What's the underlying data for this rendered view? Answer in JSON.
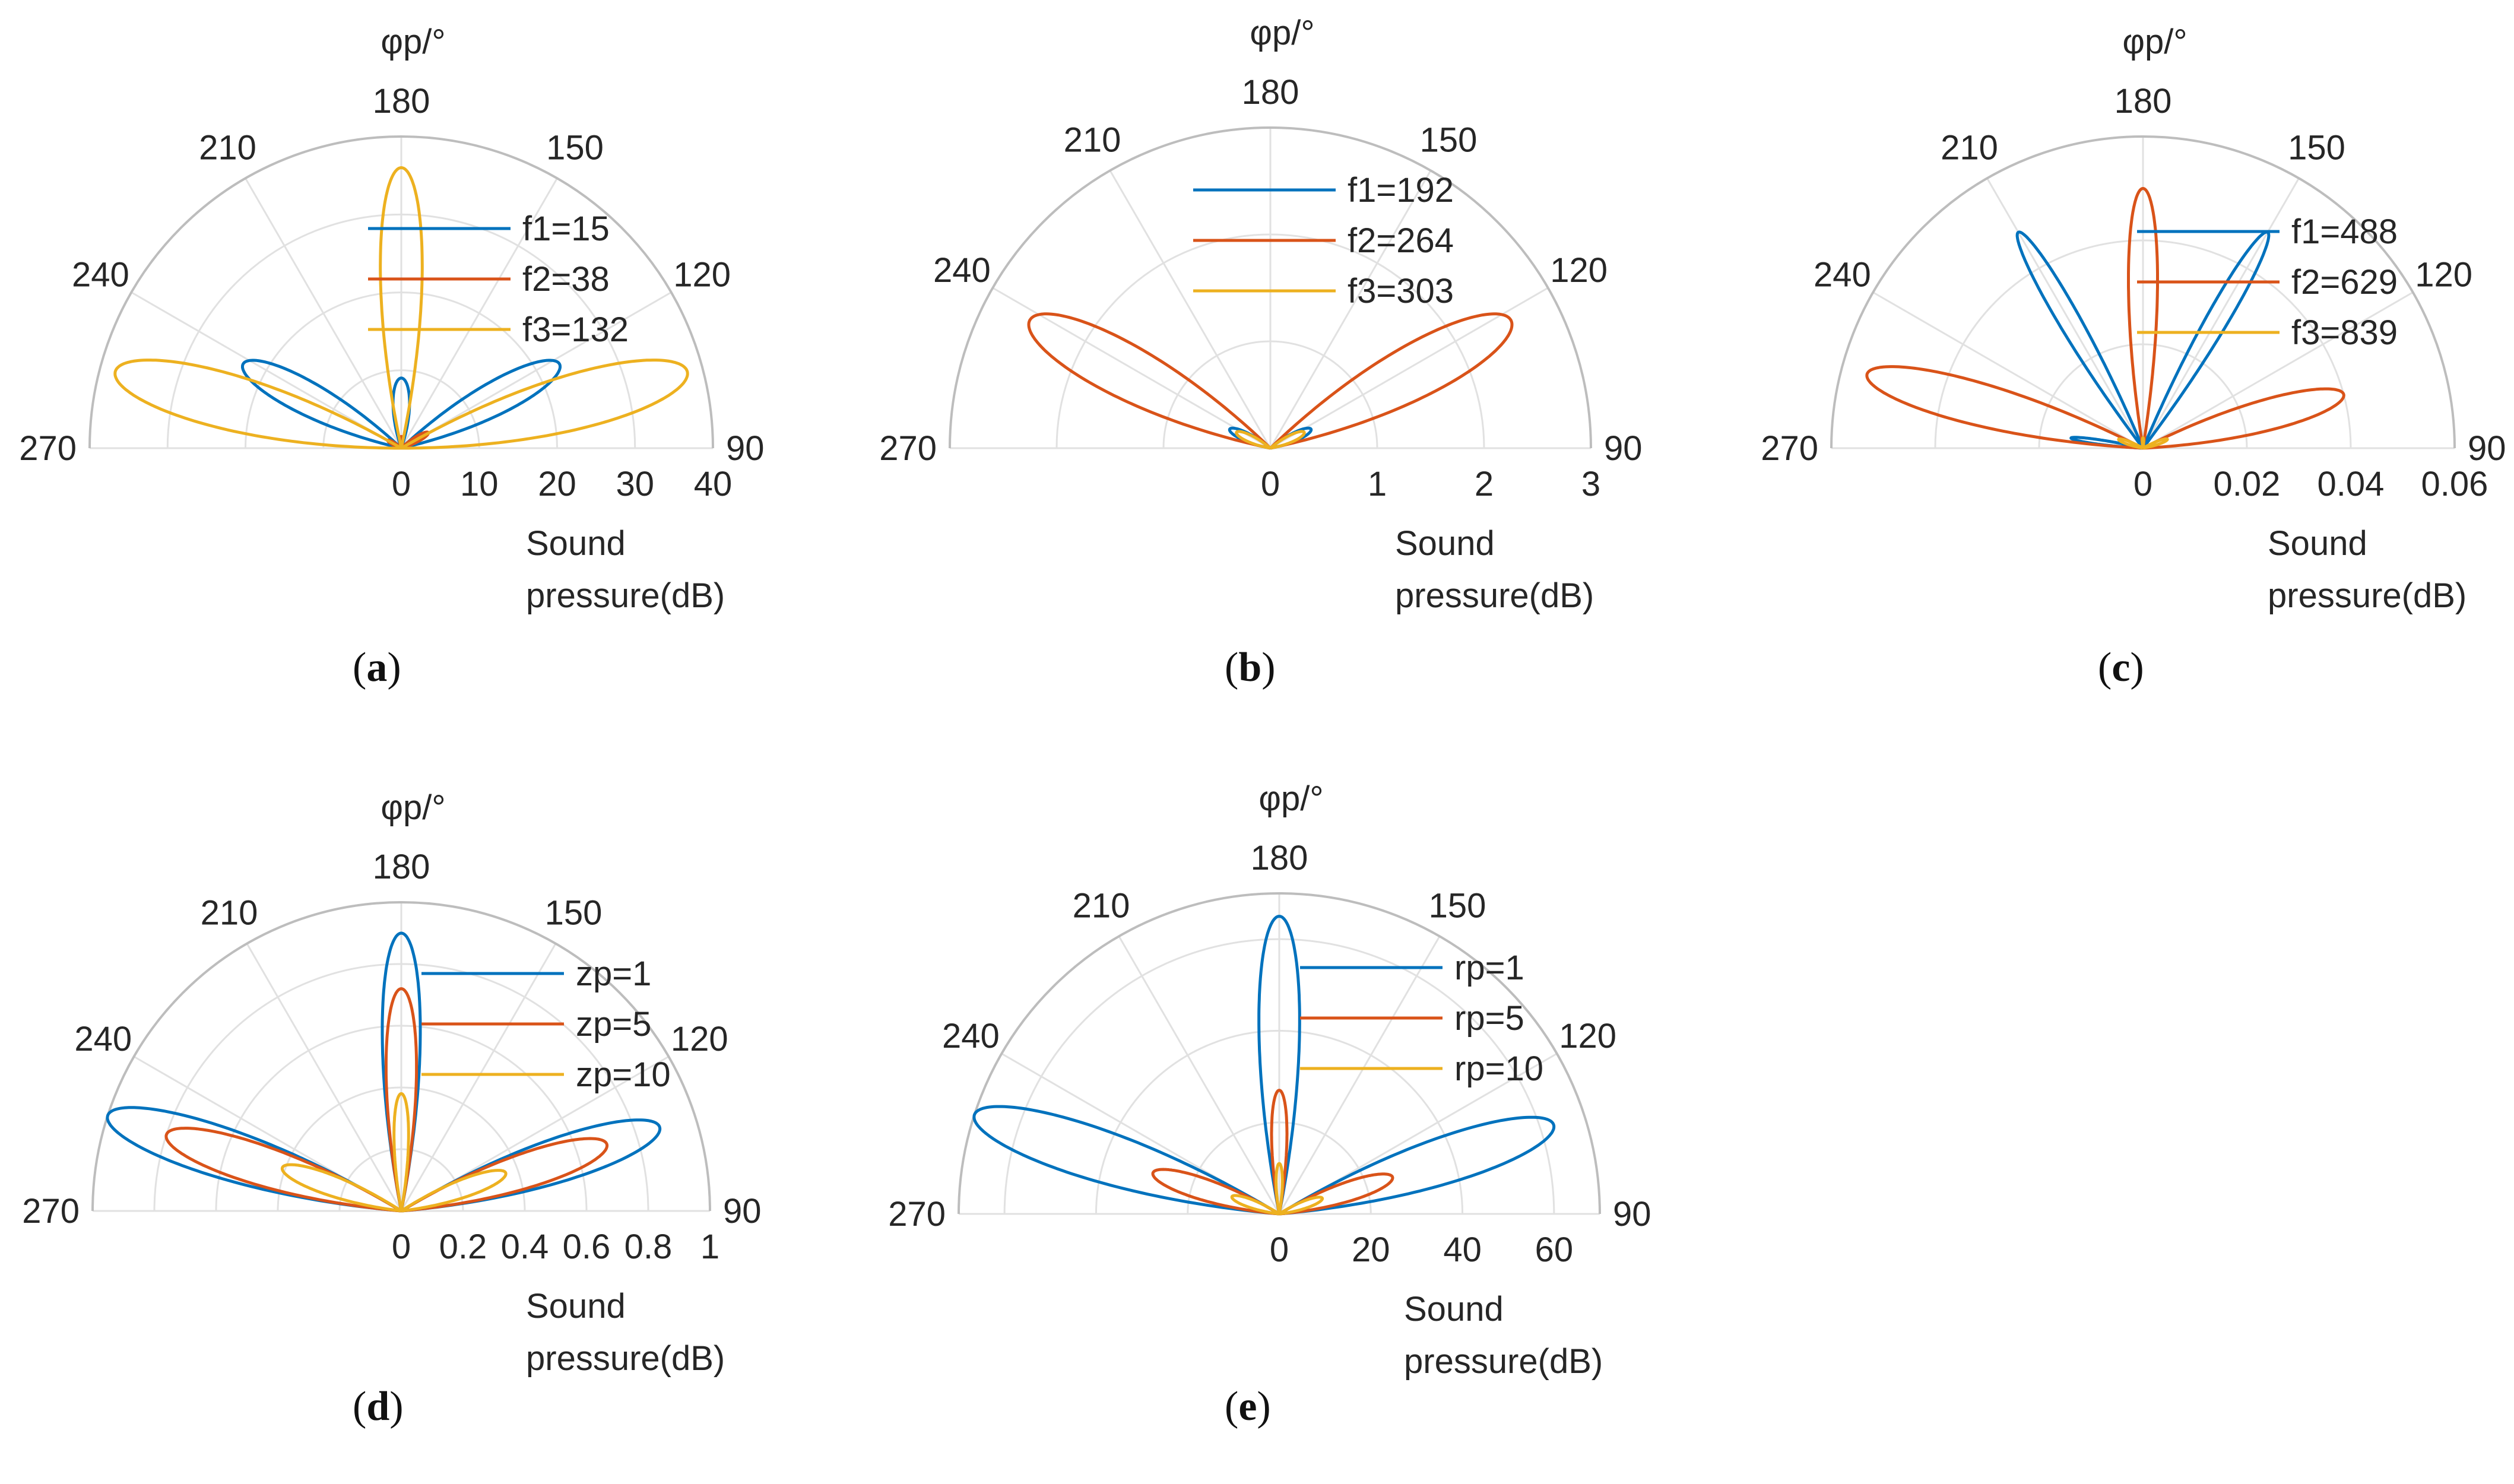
{
  "figure": {
    "panel_labels": [
      "a",
      "b",
      "c",
      "d",
      "e"
    ]
  },
  "chart_data": [
    {
      "panel": "a",
      "type": "polar",
      "title": "φp/°",
      "rlabel_lines": [
        "Sound",
        "pressure(dB)"
      ],
      "theta_ticks": [
        "270",
        "240",
        "210",
        "180",
        "150",
        "120",
        "90"
      ],
      "r_ticks": [
        "0",
        "10",
        "20",
        "30",
        "40"
      ],
      "rlim": [
        0,
        40
      ],
      "grid": true,
      "legend": "top-right",
      "series": [
        {
          "name": "f1=15",
          "color": "#0072BD",
          "lobes": [
            {
              "dir": 0,
              "amp": 9,
              "width": 38
            },
            {
              "dir": 62,
              "amp": 23,
              "width": 30
            },
            {
              "dir": -62,
              "amp": 23,
              "width": 30
            }
          ]
        },
        {
          "name": "f2=38",
          "color": "#D95319",
          "lobes": [
            {
              "dir": 0,
              "amp": 1.5,
              "width": 40
            },
            {
              "dir": 60,
              "amp": 4,
              "width": 28
            },
            {
              "dir": -60,
              "amp": 2,
              "width": 28
            }
          ]
        },
        {
          "name": "f3=132",
          "color": "#EDB120",
          "lobes": [
            {
              "dir": 0,
              "amp": 36,
              "width": 24
            },
            {
              "dir": 75,
              "amp": 38,
              "width": 30
            },
            {
              "dir": -75,
              "amp": 38,
              "width": 30
            }
          ]
        }
      ]
    },
    {
      "panel": "b",
      "type": "polar",
      "title": "φp/°",
      "rlabel_lines": [
        "Sound",
        "pressure(dB)"
      ],
      "theta_ticks": [
        "270",
        "240",
        "210",
        "180",
        "150",
        "120",
        "90"
      ],
      "r_ticks": [
        "0",
        "1",
        "2",
        "3"
      ],
      "rlim": [
        0,
        3
      ],
      "grid": true,
      "legend": "top-center",
      "series": [
        {
          "name": "f1=192",
          "color": "#0072BD",
          "lobes": [
            {
              "dir": 65,
              "amp": 0.42,
              "width": 30
            },
            {
              "dir": -65,
              "amp": 0.42,
              "width": 30
            }
          ]
        },
        {
          "name": "f2=264",
          "color": "#D95319",
          "lobes": [
            {
              "dir": 62,
              "amp": 2.55,
              "width": 32
            },
            {
              "dir": -62,
              "amp": 2.55,
              "width": 32
            }
          ]
        },
        {
          "name": "f3=303",
          "color": "#EDB120",
          "lobes": [
            {
              "dir": 65,
              "amp": 0.35,
              "width": 30
            },
            {
              "dir": -65,
              "amp": 0.35,
              "width": 30
            }
          ]
        }
      ]
    },
    {
      "panel": "c",
      "type": "polar",
      "title": "φp/°",
      "rlabel_lines": [
        "Sound",
        "pressure(dB)"
      ],
      "theta_ticks": [
        "270",
        "240",
        "210",
        "180",
        "150",
        "120",
        "90"
      ],
      "r_ticks": [
        "0",
        "0.02",
        "0.04",
        "0.06"
      ],
      "rlim": [
        0,
        0.06
      ],
      "grid": true,
      "legend": "top-right",
      "series": [
        {
          "name": "f1=488",
          "color": "#0072BD",
          "lobes": [
            {
              "dir": 30,
              "amp": 0.048,
              "width": 14
            },
            {
              "dir": -30,
              "amp": 0.048,
              "width": 14
            },
            {
              "dir": -82,
              "amp": 0.014,
              "width": 10
            }
          ]
        },
        {
          "name": "f2=629",
          "color": "#D95319",
          "lobes": [
            {
              "dir": 0,
              "amp": 0.05,
              "width": 18
            },
            {
              "dir": 75,
              "amp": 0.04,
              "width": 24
            },
            {
              "dir": -75,
              "amp": 0.055,
              "width": 24
            }
          ]
        },
        {
          "name": "f3=839",
          "color": "#EDB120",
          "lobes": [
            {
              "dir": 0,
              "amp": 0.002,
              "width": 20
            },
            {
              "dir": 70,
              "amp": 0.005,
              "width": 20
            },
            {
              "dir": -70,
              "amp": 0.005,
              "width": 20
            }
          ]
        }
      ]
    },
    {
      "panel": "d",
      "type": "polar",
      "title": "φp/°",
      "rlabel_lines": [
        "Sound",
        "pressure(dB)"
      ],
      "theta_ticks": [
        "270",
        "240",
        "210",
        "180",
        "150",
        "120",
        "90"
      ],
      "r_ticks": [
        "0",
        "0.2",
        "0.4",
        "0.6",
        "0.8",
        "1"
      ],
      "rlim": [
        0,
        1
      ],
      "grid": true,
      "legend": "top-right",
      "series": [
        {
          "name": "zp=1",
          "color": "#0072BD",
          "lobes": [
            {
              "dir": 0,
              "amp": 0.9,
              "width": 22
            },
            {
              "dir": 72,
              "amp": 0.88,
              "width": 26
            },
            {
              "dir": -72,
              "amp": 1.0,
              "width": 26
            }
          ]
        },
        {
          "name": "zp=5",
          "color": "#D95319",
          "lobes": [
            {
              "dir": 0,
              "amp": 0.72,
              "width": 22
            },
            {
              "dir": 72,
              "amp": 0.7,
              "width": 26
            },
            {
              "dir": -72,
              "amp": 0.8,
              "width": 26
            }
          ]
        },
        {
          "name": "zp=10",
          "color": "#EDB120",
          "lobes": [
            {
              "dir": 0,
              "amp": 0.38,
              "width": 20
            },
            {
              "dir": 70,
              "amp": 0.36,
              "width": 26
            },
            {
              "dir": -70,
              "amp": 0.41,
              "width": 26
            }
          ]
        }
      ]
    },
    {
      "panel": "e",
      "type": "polar",
      "title": "φp/°",
      "rlabel_lines": [
        "Sound",
        "pressure(dB)"
      ],
      "theta_ticks": [
        "270",
        "240",
        "210",
        "180",
        "150",
        "120",
        "90"
      ],
      "r_ticks": [
        "0",
        "20",
        "40",
        "60"
      ],
      "rlim": [
        0,
        70
      ],
      "grid": true,
      "legend": "top-right",
      "series": [
        {
          "name": "rp=1",
          "color": "#0072BD",
          "lobes": [
            {
              "dir": 0,
              "amp": 65,
              "width": 22
            },
            {
              "dir": 72,
              "amp": 63,
              "width": 26
            },
            {
              "dir": -72,
              "amp": 70,
              "width": 26
            }
          ]
        },
        {
          "name": "rp=5",
          "color": "#D95319",
          "lobes": [
            {
              "dir": 0,
              "amp": 27,
              "width": 20
            },
            {
              "dir": 72,
              "amp": 26,
              "width": 26
            },
            {
              "dir": -72,
              "amp": 29,
              "width": 26
            }
          ]
        },
        {
          "name": "rp=10",
          "color": "#EDB120",
          "lobes": [
            {
              "dir": 0,
              "amp": 11,
              "width": 20
            },
            {
              "dir": 70,
              "amp": 10,
              "width": 26
            },
            {
              "dir": -70,
              "amp": 11,
              "width": 26
            }
          ]
        }
      ]
    }
  ]
}
